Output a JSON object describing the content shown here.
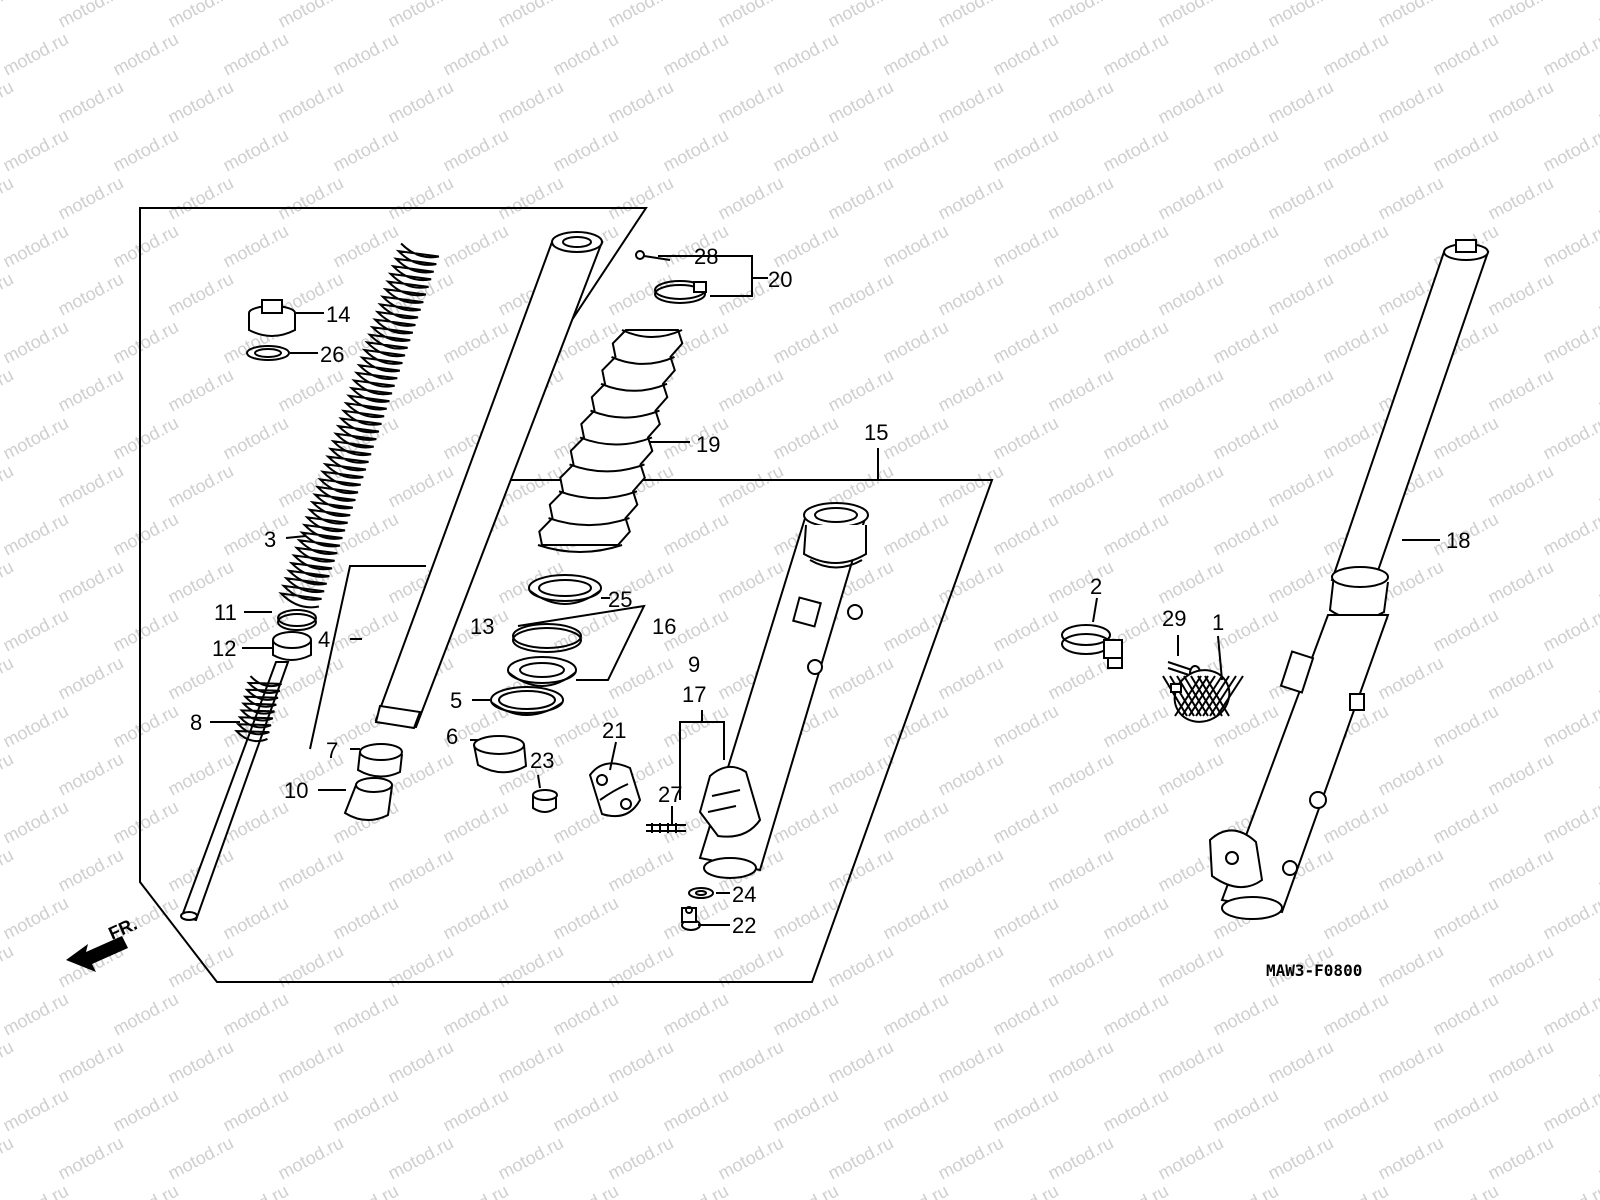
{
  "watermark": "motod.ru",
  "diagram_code": "MAW3-F0800",
  "front_arrow": "FR.",
  "callouts": [
    {
      "id": "c1",
      "text": "1"
    },
    {
      "id": "c2",
      "text": "2"
    },
    {
      "id": "c3",
      "text": "3"
    },
    {
      "id": "c4",
      "text": "4"
    },
    {
      "id": "c5",
      "text": "5"
    },
    {
      "id": "c6",
      "text": "6"
    },
    {
      "id": "c7",
      "text": "7"
    },
    {
      "id": "c8",
      "text": "8"
    },
    {
      "id": "c9",
      "text": "9"
    },
    {
      "id": "c10",
      "text": "10"
    },
    {
      "id": "c11",
      "text": "11"
    },
    {
      "id": "c12",
      "text": "12"
    },
    {
      "id": "c13",
      "text": "13"
    },
    {
      "id": "c14",
      "text": "14"
    },
    {
      "id": "c15",
      "text": "15"
    },
    {
      "id": "c16",
      "text": "16"
    },
    {
      "id": "c17",
      "text": "17"
    },
    {
      "id": "c18",
      "text": "18"
    },
    {
      "id": "c19",
      "text": "19"
    },
    {
      "id": "c20",
      "text": "20"
    },
    {
      "id": "c21",
      "text": "21"
    },
    {
      "id": "c22",
      "text": "22"
    },
    {
      "id": "c23",
      "text": "23"
    },
    {
      "id": "c24",
      "text": "24"
    },
    {
      "id": "c25",
      "text": "25"
    },
    {
      "id": "c26",
      "text": "26"
    },
    {
      "id": "c27",
      "text": "27"
    },
    {
      "id": "c28",
      "text": "28"
    },
    {
      "id": "c29",
      "text": "29"
    }
  ],
  "colors": {
    "ink": "#000000",
    "watermark": "#cfcfcf",
    "background": "#ffffff"
  }
}
